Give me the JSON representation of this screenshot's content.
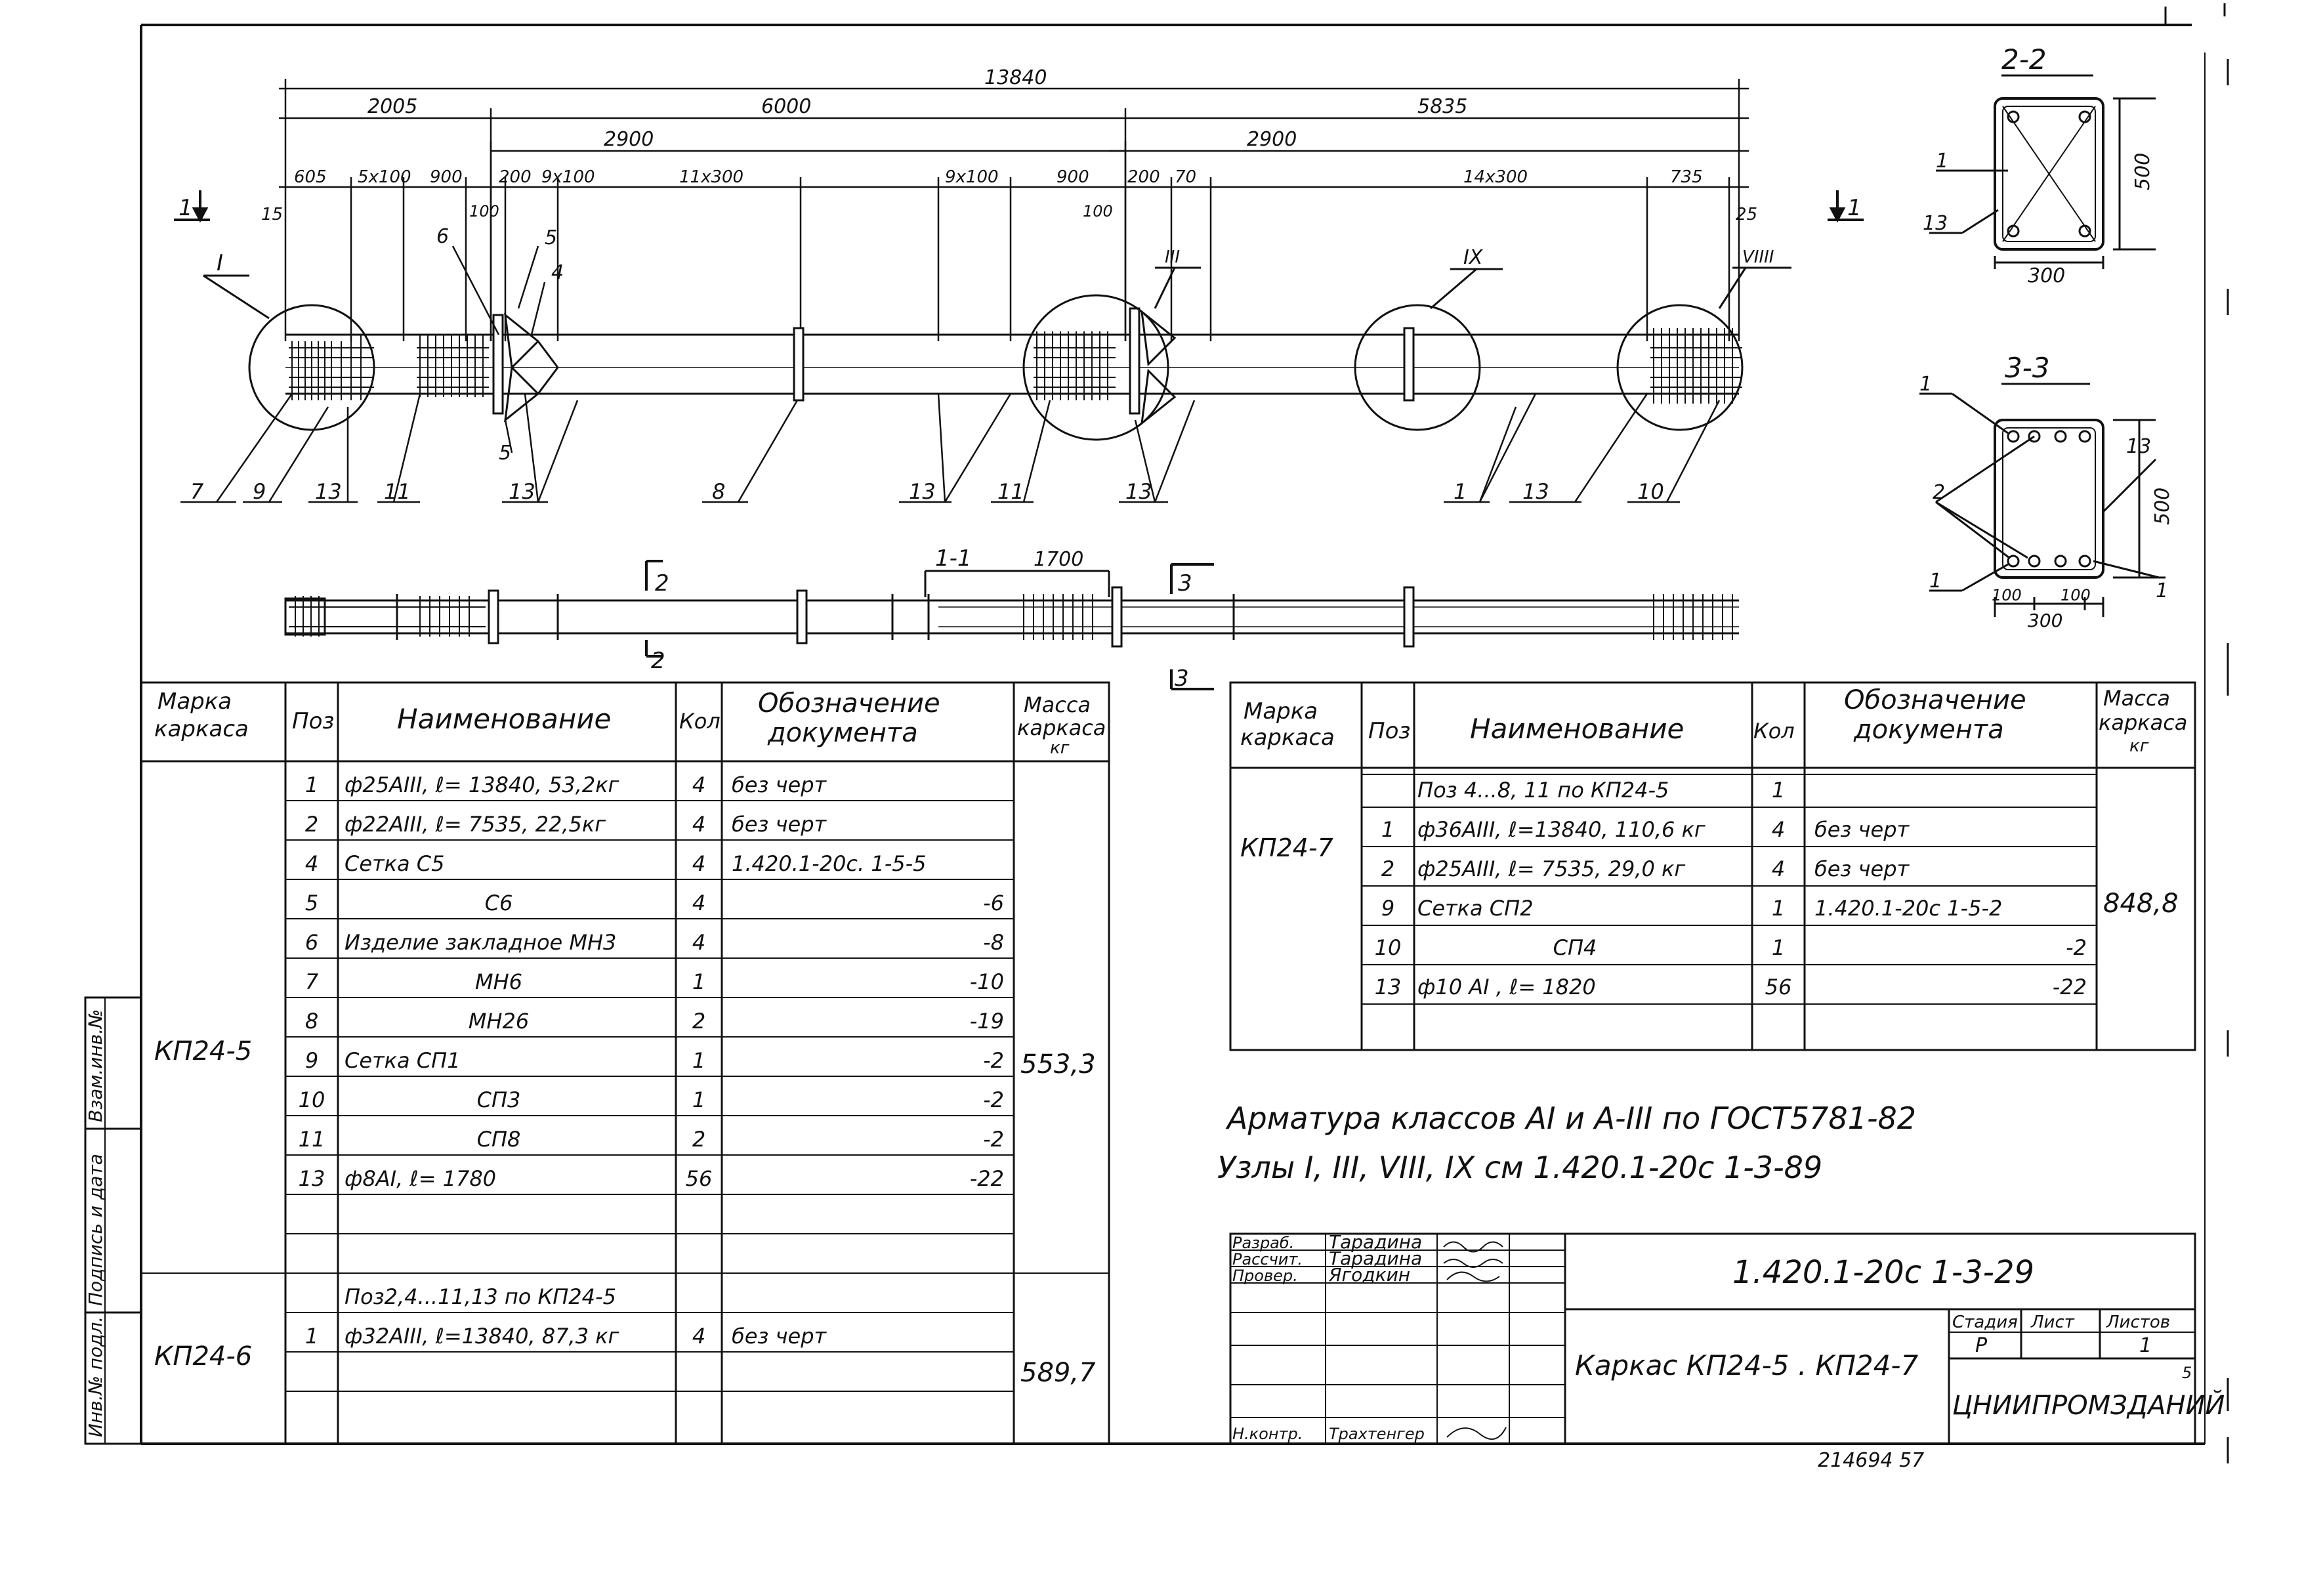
{
  "drawing": {
    "dimensions": {
      "total": "13840",
      "left": "2005",
      "middle": "6000",
      "right": "5835",
      "span_a": "2900",
      "span_b": "2900",
      "d605": "605",
      "d5x100": "5х100",
      "d900a": "900",
      "d200a": "200",
      "d9x100a": "9х100",
      "d11x300": "11х300",
      "d9x100b": "9х100",
      "d900b": "900",
      "d200b": "200",
      "d70": "70",
      "d14x300": "14х300",
      "d735": "735",
      "d15": "15",
      "d25": "25",
      "d100a": "100",
      "d100b": "100",
      "d1700": "1700"
    },
    "node_labels": {
      "n1": "I",
      "n3": "III",
      "n9": "IX",
      "n8": "VIIII"
    },
    "section_marks": {
      "left": "1",
      "right": "1",
      "s11": "1-1",
      "s2a": "2",
      "s2b": "2",
      "s3a": "3",
      "s3b": "3"
    },
    "callouts": {
      "p6": "6",
      "p5a": "5",
      "p4": "4",
      "p5b": "5",
      "b7": "7",
      "b9": "9",
      "b13a": "13",
      "b11a": "11",
      "b13b": "13",
      "b8": "8",
      "b13c": "13",
      "b11b": "11",
      "b13d": "13",
      "b1": "1",
      "b13e": "13",
      "b10": "10"
    },
    "section_2_2": {
      "title": "2-2",
      "p1": "1",
      "p13": "13",
      "height": "500",
      "width": "300"
    },
    "section_3_3": {
      "title": "3-3",
      "p1a": "1",
      "p2": "2",
      "p13": "13",
      "p1b": "1",
      "p1c": "1",
      "height": "500",
      "w100a": "100",
      "w100b": "100",
      "width": "300"
    }
  },
  "left_table": {
    "headers": {
      "mark": "Марка каркаса",
      "pos": "Поз",
      "name": "Наименование",
      "qty": "Кол",
      "doc": "Обозначение документа",
      "mass": "Масса каркаса кг"
    },
    "mark_a": "КП24-5",
    "mass_a": "553,3",
    "rows_a": [
      {
        "pos": "1",
        "name": "ф25АIII, ℓ= 13840, 53,2кг",
        "qty": "4",
        "doc": "без черт"
      },
      {
        "pos": "2",
        "name": "ф22АIII, ℓ= 7535, 22,5кг",
        "qty": "4",
        "doc": "без черт"
      },
      {
        "pos": "4",
        "name": "Сетка  С5",
        "qty": "4",
        "doc": "1.420.1-20с. 1-5-5"
      },
      {
        "pos": "5",
        "name": "С6",
        "qty": "4",
        "doc": "-6"
      },
      {
        "pos": "6",
        "name": "Изделие закладное МН3",
        "qty": "4",
        "doc": "-8"
      },
      {
        "pos": "7",
        "name": "МН6",
        "qty": "1",
        "doc": "-10"
      },
      {
        "pos": "8",
        "name": "МН26",
        "qty": "2",
        "doc": "-19"
      },
      {
        "pos": "9",
        "name": "Сетка  СП1",
        "qty": "1",
        "doc": "-2"
      },
      {
        "pos": "10",
        "name": "СП3",
        "qty": "1",
        "doc": "-2"
      },
      {
        "pos": "11",
        "name": "СП8",
        "qty": "2",
        "doc": "-2"
      },
      {
        "pos": "13",
        "name": "ф8АI, ℓ= 1780",
        "qty": "56",
        "doc": "-22"
      }
    ],
    "mark_b": "КП24-6",
    "mass_b": "589,7",
    "rows_b": [
      {
        "pos": "",
        "name": "Поз2,4...11,13 по КП24-5",
        "qty": "",
        "doc": ""
      },
      {
        "pos": "1",
        "name": "ф32АIII, ℓ=13840, 87,3 кг",
        "qty": "4",
        "doc": "без черт"
      }
    ]
  },
  "right_table": {
    "headers": {
      "mark": "Марка каркаса",
      "pos": "Поз",
      "name": "Наименование",
      "qty": "Кол",
      "doc": "Обозначение документа",
      "mass": "Масса каркаса кг"
    },
    "mark": "КП24-7",
    "mass": "848,8",
    "rows": [
      {
        "pos": "",
        "name": "Поз 4...8, 11 по КП24-5",
        "qty": "1",
        "doc": ""
      },
      {
        "pos": "1",
        "name": "ф36АIII, ℓ=13840, 110,6 кг",
        "qty": "4",
        "doc": "без черт"
      },
      {
        "pos": "2",
        "name": "ф25АIII, ℓ= 7535, 29,0 кг",
        "qty": "4",
        "doc": "без черт"
      },
      {
        "pos": "9",
        "name": "Сетка  СП2",
        "qty": "1",
        "doc": "1.420.1-20с 1-5-2"
      },
      {
        "pos": "10",
        "name": "СП4",
        "qty": "1",
        "doc": "-2"
      },
      {
        "pos": "13",
        "name": "ф10 АI , ℓ= 1820",
        "qty": "56",
        "doc": "-22"
      }
    ]
  },
  "notes": {
    "line1": "Арматура  классов  АI  и  А-III  по  ГОСТ5781-82",
    "line2": "Узлы  I, III, VIII, IX  см   1.420.1-20с  1-3-89"
  },
  "stamp": {
    "r1_role": "Разраб.",
    "r1_name": "Тарадина",
    "r2_role": "Рассчит.",
    "r2_name": "Тарадина",
    "r3_role": "Провер.",
    "r3_name": "Ягодкин",
    "r7_role": "Н.контр.",
    "r7_name": "Трахтенгер",
    "code": "1.420.1-20с  1-3-29",
    "title": "Каркас КП24-5 . КП24-7",
    "stage_label": "Стадия",
    "sheet_label": "Лист",
    "sheets_label": "Листов",
    "stage": "Р",
    "sheets": "1",
    "org": "ЦНИИПРОМЗДАНИЙ",
    "bottom_number": "214694  57",
    "corner_number": "5"
  },
  "side_stamp": {
    "c1": "Взам.инв.№",
    "c2": "Подпись и дата",
    "c3": "Инв.№ подл."
  }
}
